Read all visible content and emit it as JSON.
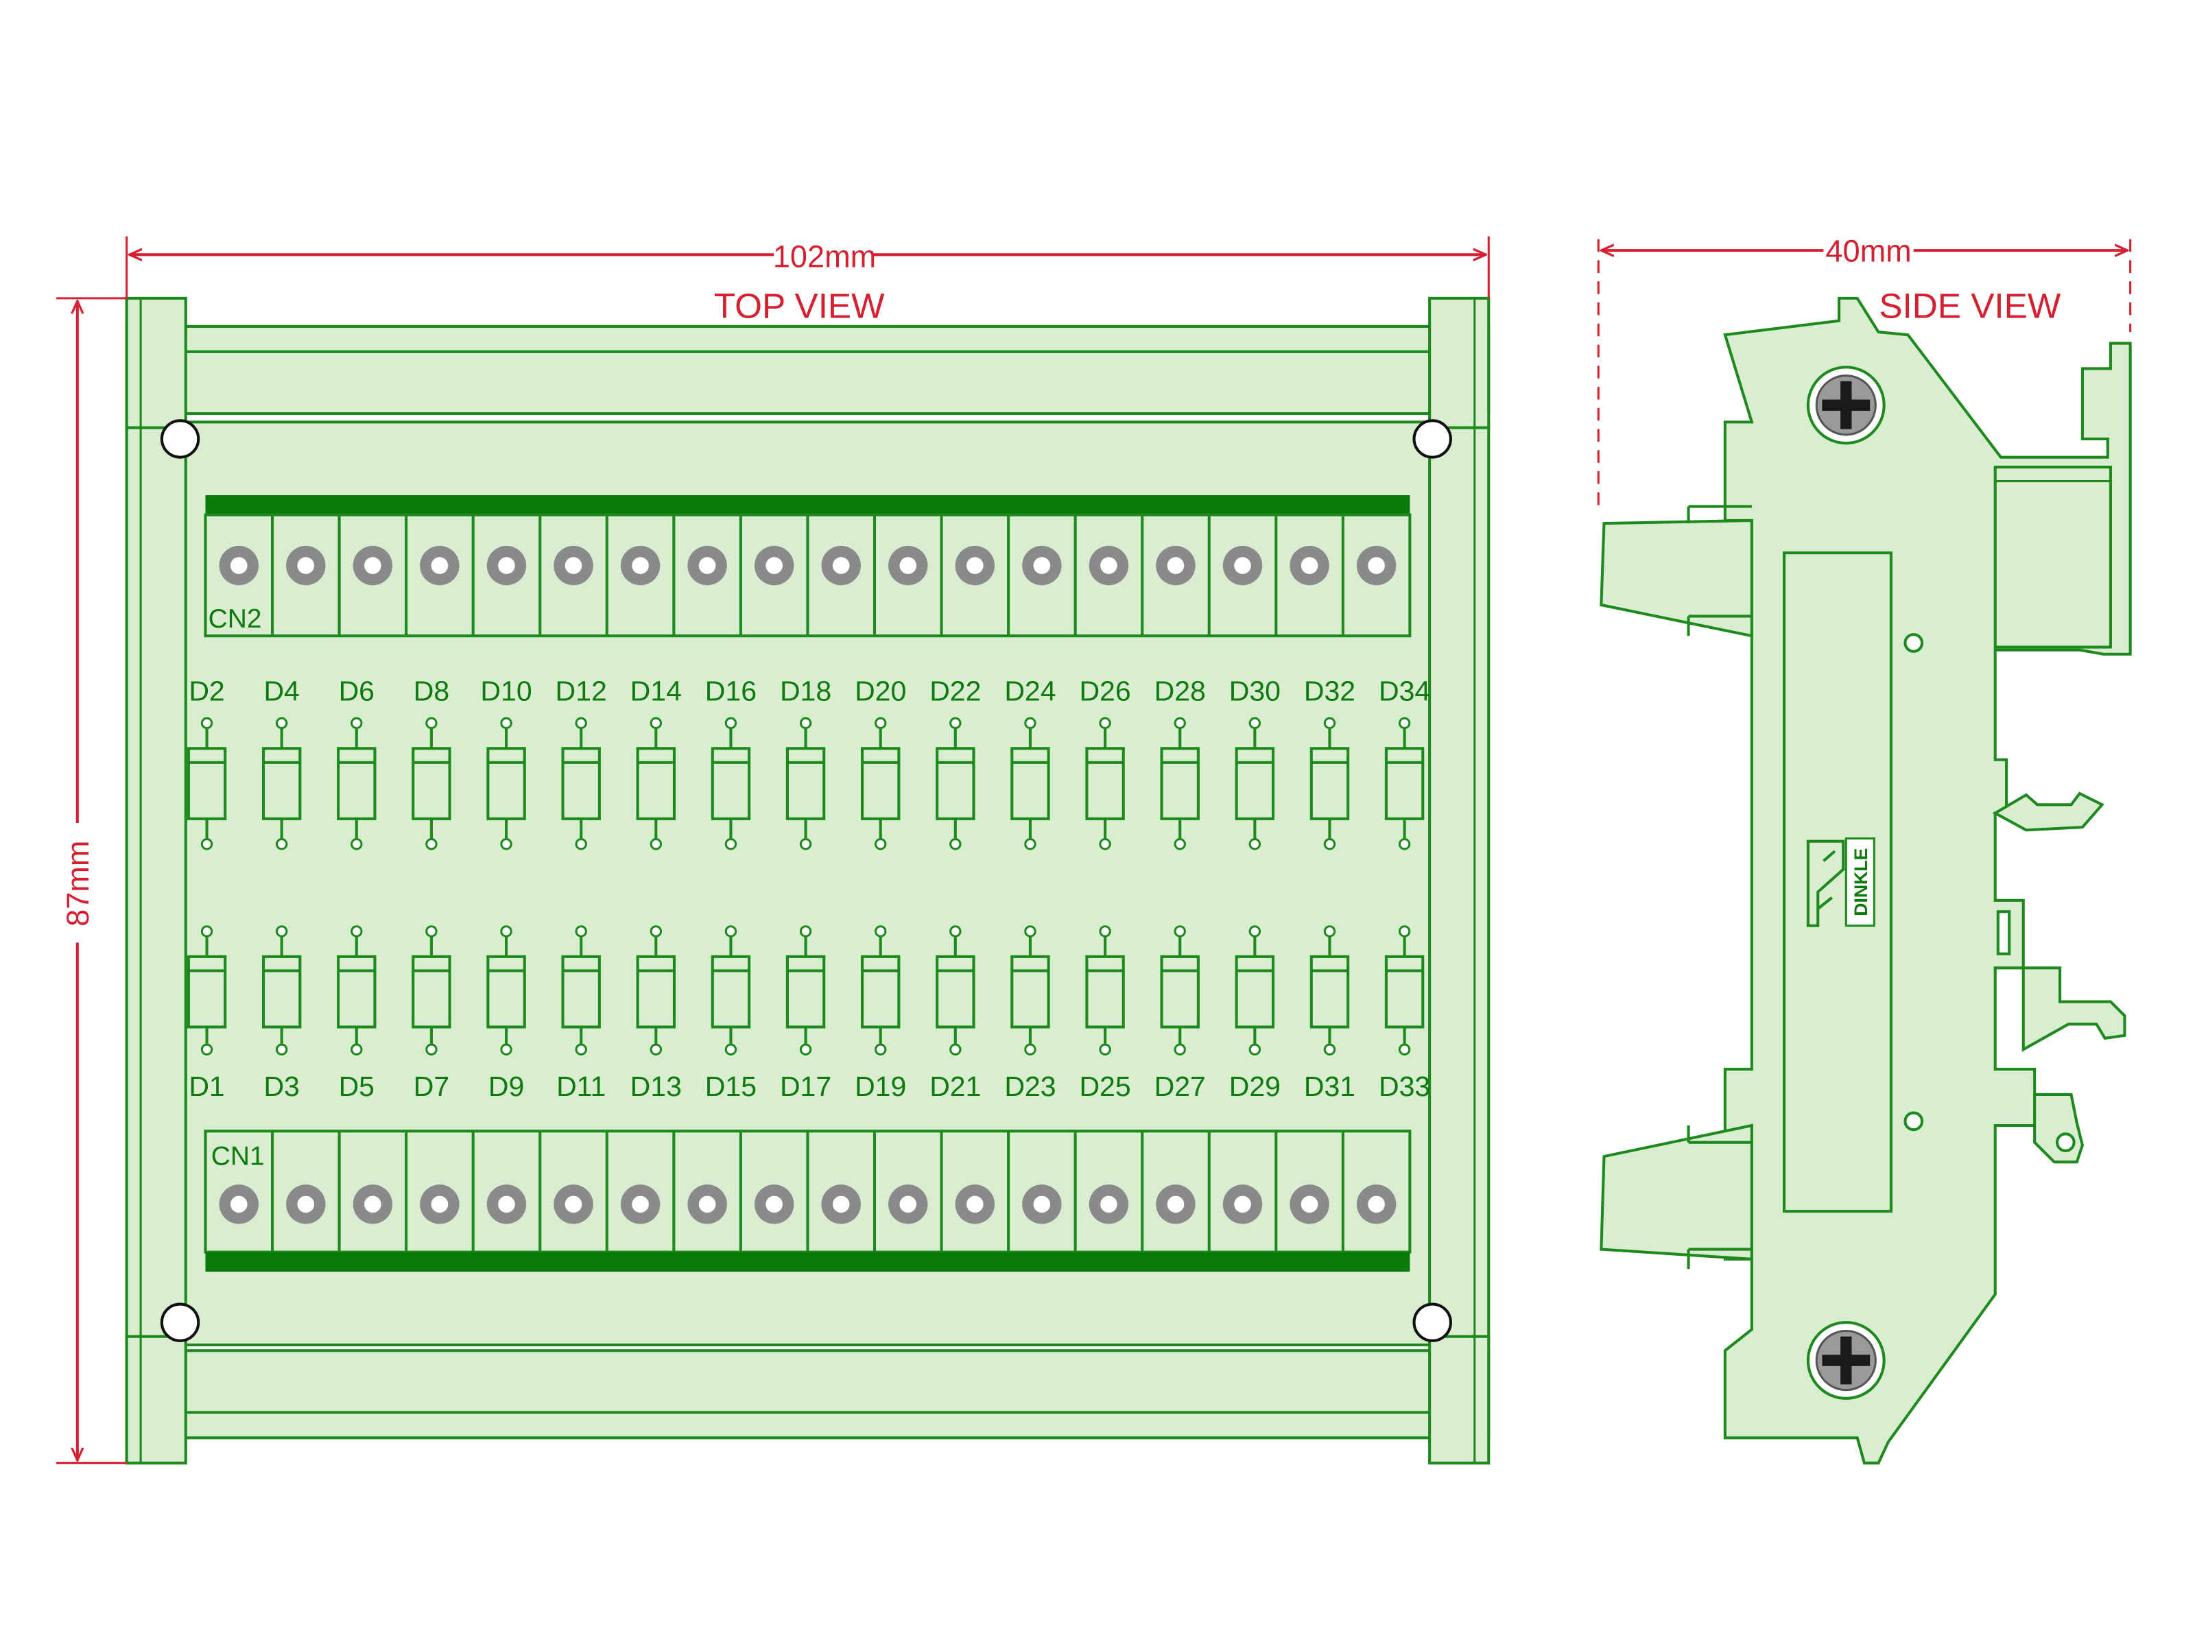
{
  "colors": {
    "pcb": "#d9edd0",
    "stroke": "#1e8a1e",
    "bar": "#0a7a0a",
    "text": "#0e7a0e",
    "dim": "#d42030",
    "hole": "#8a8a8a",
    "screw_head": "#9a9a9a",
    "screw_cross": "#1a1a1a"
  },
  "top_view": {
    "title": "TOP VIEW",
    "width_dim": "102mm",
    "height_dim": "87mm",
    "connector_top": "CN2",
    "connector_bottom": "CN1",
    "terminals_per_connector": 18,
    "diodes_top_row": [
      "D2",
      "D4",
      "D6",
      "D8",
      "D10",
      "D12",
      "D14",
      "D16",
      "D18",
      "D20",
      "D22",
      "D24",
      "D26",
      "D28",
      "D30",
      "D32",
      "D34"
    ],
    "diodes_bottom_row": [
      "D1",
      "D3",
      "D5",
      "D7",
      "D9",
      "D11",
      "D13",
      "D15",
      "D17",
      "D19",
      "D21",
      "D23",
      "D25",
      "D27",
      "D29",
      "D31",
      "D33"
    ]
  },
  "side_view": {
    "title": "SIDE VIEW",
    "width_dim": "40mm",
    "brand": "DINKLE"
  }
}
